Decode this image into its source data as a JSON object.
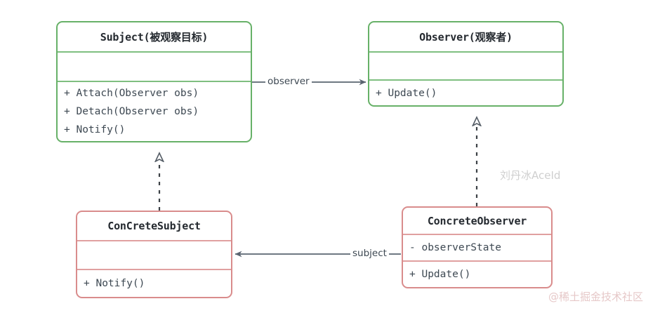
{
  "diagram": {
    "type": "uml-class-diagram",
    "background_color": "#ffffff",
    "colors": {
      "abstract_border": "#67b168",
      "concrete_border": "#d98c8c",
      "edge": "#5a6470",
      "text": "#24292f"
    },
    "classes": [
      {
        "id": "subject",
        "name": "Subject(被观察目标)",
        "stereotype_color": "#67b168",
        "attributes": [],
        "methods": [
          "+ Attach(Observer obs)",
          "+ Detach(Observer obs)",
          "+ Notify()"
        ]
      },
      {
        "id": "observer",
        "name": "Observer(观察者)",
        "stereotype_color": "#67b168",
        "attributes": [],
        "methods": [
          "+ Update()"
        ]
      },
      {
        "id": "concrete-subject",
        "name": "ConCreteSubject",
        "stereotype_color": "#d98c8c",
        "attributes": [],
        "methods": [
          "+ Notify()"
        ]
      },
      {
        "id": "concrete-observer",
        "name": "ConcreteObserver",
        "stereotype_color": "#d98c8c",
        "attributes": [
          "- observerState"
        ],
        "methods": [
          "+ Update()"
        ]
      }
    ],
    "edges": [
      {
        "id": "subject-observer",
        "from": "subject",
        "to": "observer",
        "label": "observer",
        "kind": "association",
        "style": "solid",
        "arrow": "open-right"
      },
      {
        "id": "concrete-observer-concrete-subject",
        "from": "concrete-observer",
        "to": "concrete-subject",
        "label": "subject",
        "kind": "association",
        "style": "solid",
        "arrow": "open-left"
      },
      {
        "id": "concrete-subject-subject",
        "from": "concrete-subject",
        "to": "subject",
        "label": "",
        "kind": "realization",
        "style": "dashed",
        "arrow": "hollow-triangle-up"
      },
      {
        "id": "concrete-observer-observer",
        "from": "concrete-observer",
        "to": "observer",
        "label": "",
        "kind": "realization",
        "style": "dashed",
        "arrow": "hollow-triangle-up"
      }
    ]
  },
  "watermarks": {
    "author": "刘丹冰AceId",
    "site": "@稀土掘金技术社区"
  }
}
